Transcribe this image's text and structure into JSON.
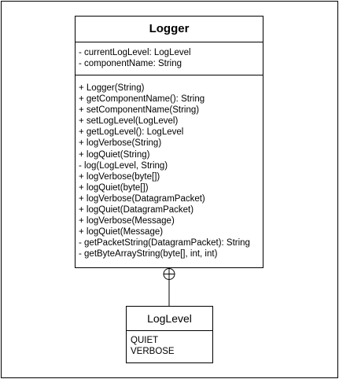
{
  "logger": {
    "name": "Logger",
    "attributes": [
      "- currentLogLevel: LogLevel",
      "- componentName: String"
    ],
    "methods": [
      "+ Logger(String)",
      "+ getComponentName(): String",
      "+ setComponentName(String)",
      "+ setLogLevel(LogLevel)",
      "+ getLogLevel(): LogLevel",
      "+ logVerbose(String)",
      "+ logQuiet(String)",
      "- log(LogLevel, String)",
      "+ logVerbose(byte[])",
      "+ logQuiet(byte[])",
      "+ logVerbose(DatagramPacket)",
      "+ logQuiet(DatagramPacket)",
      "+ logVerbose(Message)",
      "+ logQuiet(Message)",
      "- getPacketString(DatagramPacket): String",
      "- getByteArrayString(byte[], int, int)"
    ]
  },
  "loglevel": {
    "name": "LogLevel",
    "values": [
      "QUIET",
      "VERBOSE"
    ]
  },
  "connector": {
    "type": "nested-class containment",
    "icon": "circle-plus-icon"
  }
}
